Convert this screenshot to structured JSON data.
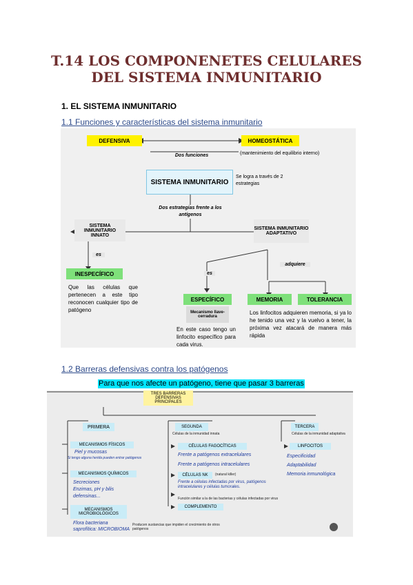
{
  "title_line1": "T.14 LOS COMPONENETES CELULARES",
  "title_line2": "DEL SISTEMA INMUNITARIO",
  "section1": "1. EL SISTEMA INMUNITARIO",
  "sub1": "1.1 Funciones y características del sistema inmunitario",
  "diagram1": {
    "defensiva": "DEFENSIVA",
    "homeostatica": "HOMEOSTÁTICA",
    "homeo_note": "(mantenimiento del equilibrio interno)",
    "dos_funciones": "Dos funciones",
    "sistema": "SISTEMA INMUNITARIO",
    "se_logra": "Se logra a través de 2 estrategias",
    "dos_estrategias": "Dos estrategias frente a los antígenos",
    "innato": "SISTEMA INMUNITARIO INNATO",
    "adaptativo": "SISTEMA INMUNITARIO ADAPTATIVO",
    "es1": "es",
    "es2": "es",
    "adquiere": "adquiere",
    "inespecifico": "INESPECÍFICO",
    "inespecifico_text": "Que las células que pertenecen a este tipo reconocen cualquier tipo de patógeno",
    "especifico": "ESPECÍFICO",
    "mecanismo": "Mecanismo llave-cerradura",
    "especifico_text": "En este caso tengo un linfocito específico para cada virus.",
    "memoria": "MEMORIA",
    "tolerancia": "TOLERANCIA",
    "memoria_text": "Los linfocitos adquieren memoria, si ya lo he tenido una vez y la vuelvo a tener, la próxima vez atacará de manera más rápida"
  },
  "sub2": "1.2 Barreras defensivas contra los patógenos",
  "highlight": "Para que nos afecte un patógeno, tiene que pasar 3 barreras",
  "diagram2": {
    "tres": "TRES BARRERAS DEFENSIVAS PRINCIPALES",
    "primera": "PRIMERA",
    "segunda": "SEGUNDA",
    "segunda_note": "Células de la inmunidad innata",
    "tercera": "TERCERA",
    "tercera_note": "Células de la inmunidad adaptativa",
    "mec_fisicos": "MECANISMOS FÍSICOS",
    "piel": "Piel y mucosas",
    "piel_note": "Si tengo alguna herida pueden entrar patógenos",
    "mec_quimicos": "MECANISMOS QUÍMICOS",
    "secreciones": "Secreciones",
    "enzimas": "Enzimas, pH y bilis",
    "defensinas": "defensinas...",
    "mec_micro": "MECANISMOS MICROBIOLÓGICOS",
    "flora": "Flora bacteriana",
    "flora2": "saprofítica: MICROBIOMA",
    "flora_note": "Producen sustancias que impiden el crecimiento de otros patógenos",
    "cel_fago": "CÉLULAS FAGOCÍTICAS",
    "frente_extra": "Frente a patógenos extracelulares",
    "frente_intra": "Frente a patógenos intracelulares",
    "celulas_nk": "CÉLULAS NK",
    "nk_note": "(natural killer)",
    "frente_nk": "Frente a células infectadas por virus, patógenos intracelulares y células tumorales.",
    "nk_note2": "Función similar a la de las bacterias y células infectadas por virus",
    "complemento": "COMPLEMENTO",
    "linfocitos": "LINFOCITOS",
    "especificidad": "Especificidad",
    "adaptabilidad": "Adaptabilidad",
    "memoria_inm": "Memoria inmunológica"
  }
}
